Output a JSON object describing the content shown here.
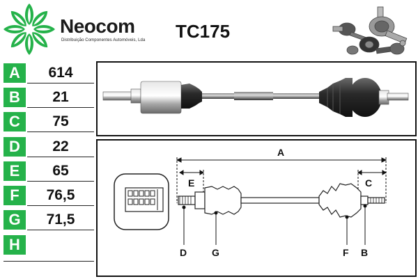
{
  "brand": {
    "name": "Neocom",
    "tagline": "Distribuição Componentes Automóveis, Lda",
    "accent": "#25b24a"
  },
  "part": {
    "reference": "TC175"
  },
  "dimensions": [
    {
      "letter": "A",
      "value": "614"
    },
    {
      "letter": "B",
      "value": "21"
    },
    {
      "letter": "C",
      "value": "75"
    },
    {
      "letter": "D",
      "value": "22"
    },
    {
      "letter": "E",
      "value": "65"
    },
    {
      "letter": "F",
      "value": "76,5"
    },
    {
      "letter": "G",
      "value": "71,5"
    },
    {
      "letter": "H",
      "value": ""
    }
  ],
  "diagram": {
    "labels": {
      "A": "A",
      "B": "B",
      "C": "C",
      "D": "D",
      "E": "E",
      "F": "F",
      "G": "G"
    }
  }
}
